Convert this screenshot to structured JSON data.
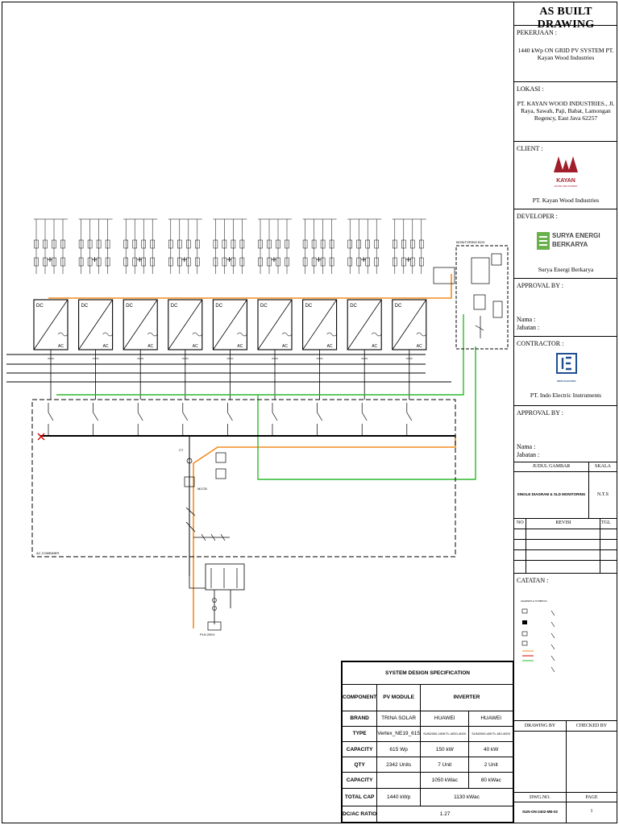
{
  "title_block": {
    "title": "AS BUILT DRAWING",
    "project_label": "PEKERJAAN :",
    "project_value": "1440 kWp ON GRID PV SYSTEM PT. Kayan Wood Industries",
    "location_label": "LOKASI :",
    "location_value": "PT. KAYAN WOOD INDUSTRIES., Jl. Raya, Sawah, Paji, Babat, Lamongan Regency, East Java 62257",
    "client_label": "CLIENT :",
    "client_logo_text": "KAYAN",
    "client_logo_sub": "WOOD INDUSTRIES",
    "client_value": "PT. Kayan Wood Industries",
    "developer_label": "DEVELOPER :",
    "developer_logo_line1": "SURYA ENERGI",
    "developer_logo_line2": "BERKARYA",
    "developer_value": "Surya Energi Berkarya",
    "approval1_label": "APPROVAL BY :",
    "nama_label": "Nama :",
    "jabatan_label": "Jabatan :",
    "contractor_label": "CONTRACTOR :",
    "contractor_logo_text": "INDO ELECTRIC",
    "contractor_value": "PT. Indo Electric Instruments",
    "approval2_label": "APPROVAL BY :",
    "nama2_label": "Nama :",
    "jabatan2_label": "Jabatan :",
    "judul_label": "JUDUL GAMBAR",
    "skala_label": "SKALA",
    "judul_value": "SINGLE DIAGRAM & SLD MONITORING",
    "skala_value": "N.T.S",
    "no_label": "NO",
    "revisi_label": "REVISI",
    "tgl_label": "TGL",
    "catatan_label": "CATATAN :",
    "drawing_by_label": "DRAWING BY",
    "checked_by_label": "CHECKED BY",
    "dwg_no_label": "DWG.NO.",
    "page_label": "PAGE",
    "dwg_no_value": "SUN-ON-2402-ME-02",
    "page_value": "1"
  },
  "legend": {
    "title": "LEGENDS & SYMBOLS"
  },
  "diagram": {
    "dc_label": "DC",
    "ac_label": "AC",
    "monitoring_label": "MONITORING BOX",
    "ac_combiner_label": "AC COMBINER",
    "pln_label": "PLN 20KV",
    "ct_label": "CT",
    "mccb_label": "MCCB",
    "inverter_count": 9
  },
  "spec": {
    "header": "SYSTEM DESIGN SPECIFICATION",
    "col_component": "COMPONENT",
    "col_pv": "PV MODULE",
    "col_inverter": "INVERTER",
    "rows": [
      {
        "label": "BRAND",
        "pv": "TRINA SOLAR",
        "inv1": "HUAWEI",
        "inv2": "HUAWEI"
      },
      {
        "label": "TYPE",
        "pv": "Vertex_NE19_615",
        "inv1": "SUN2000-150KTL-MG0-400V",
        "inv2": "SUN2000-40KTL-M3-400V"
      },
      {
        "label": "CAPACITY",
        "pv": "615 Wp",
        "inv1": "150 kW",
        "inv2": "40 kW"
      },
      {
        "label": "QTY",
        "pv": "2342 Units",
        "inv1": "7 Unit",
        "inv2": "2 Unit"
      },
      {
        "label": "CAPACITY",
        "pv": "",
        "inv1": "1050 kWac",
        "inv2": "80 kWac"
      }
    ],
    "total_label": "TOTAL CAP",
    "total_pv": "1440 kWp",
    "total_inv": "1130 kWac",
    "ratio_label": "DC/AC RATIO",
    "ratio_value": "1.27"
  }
}
